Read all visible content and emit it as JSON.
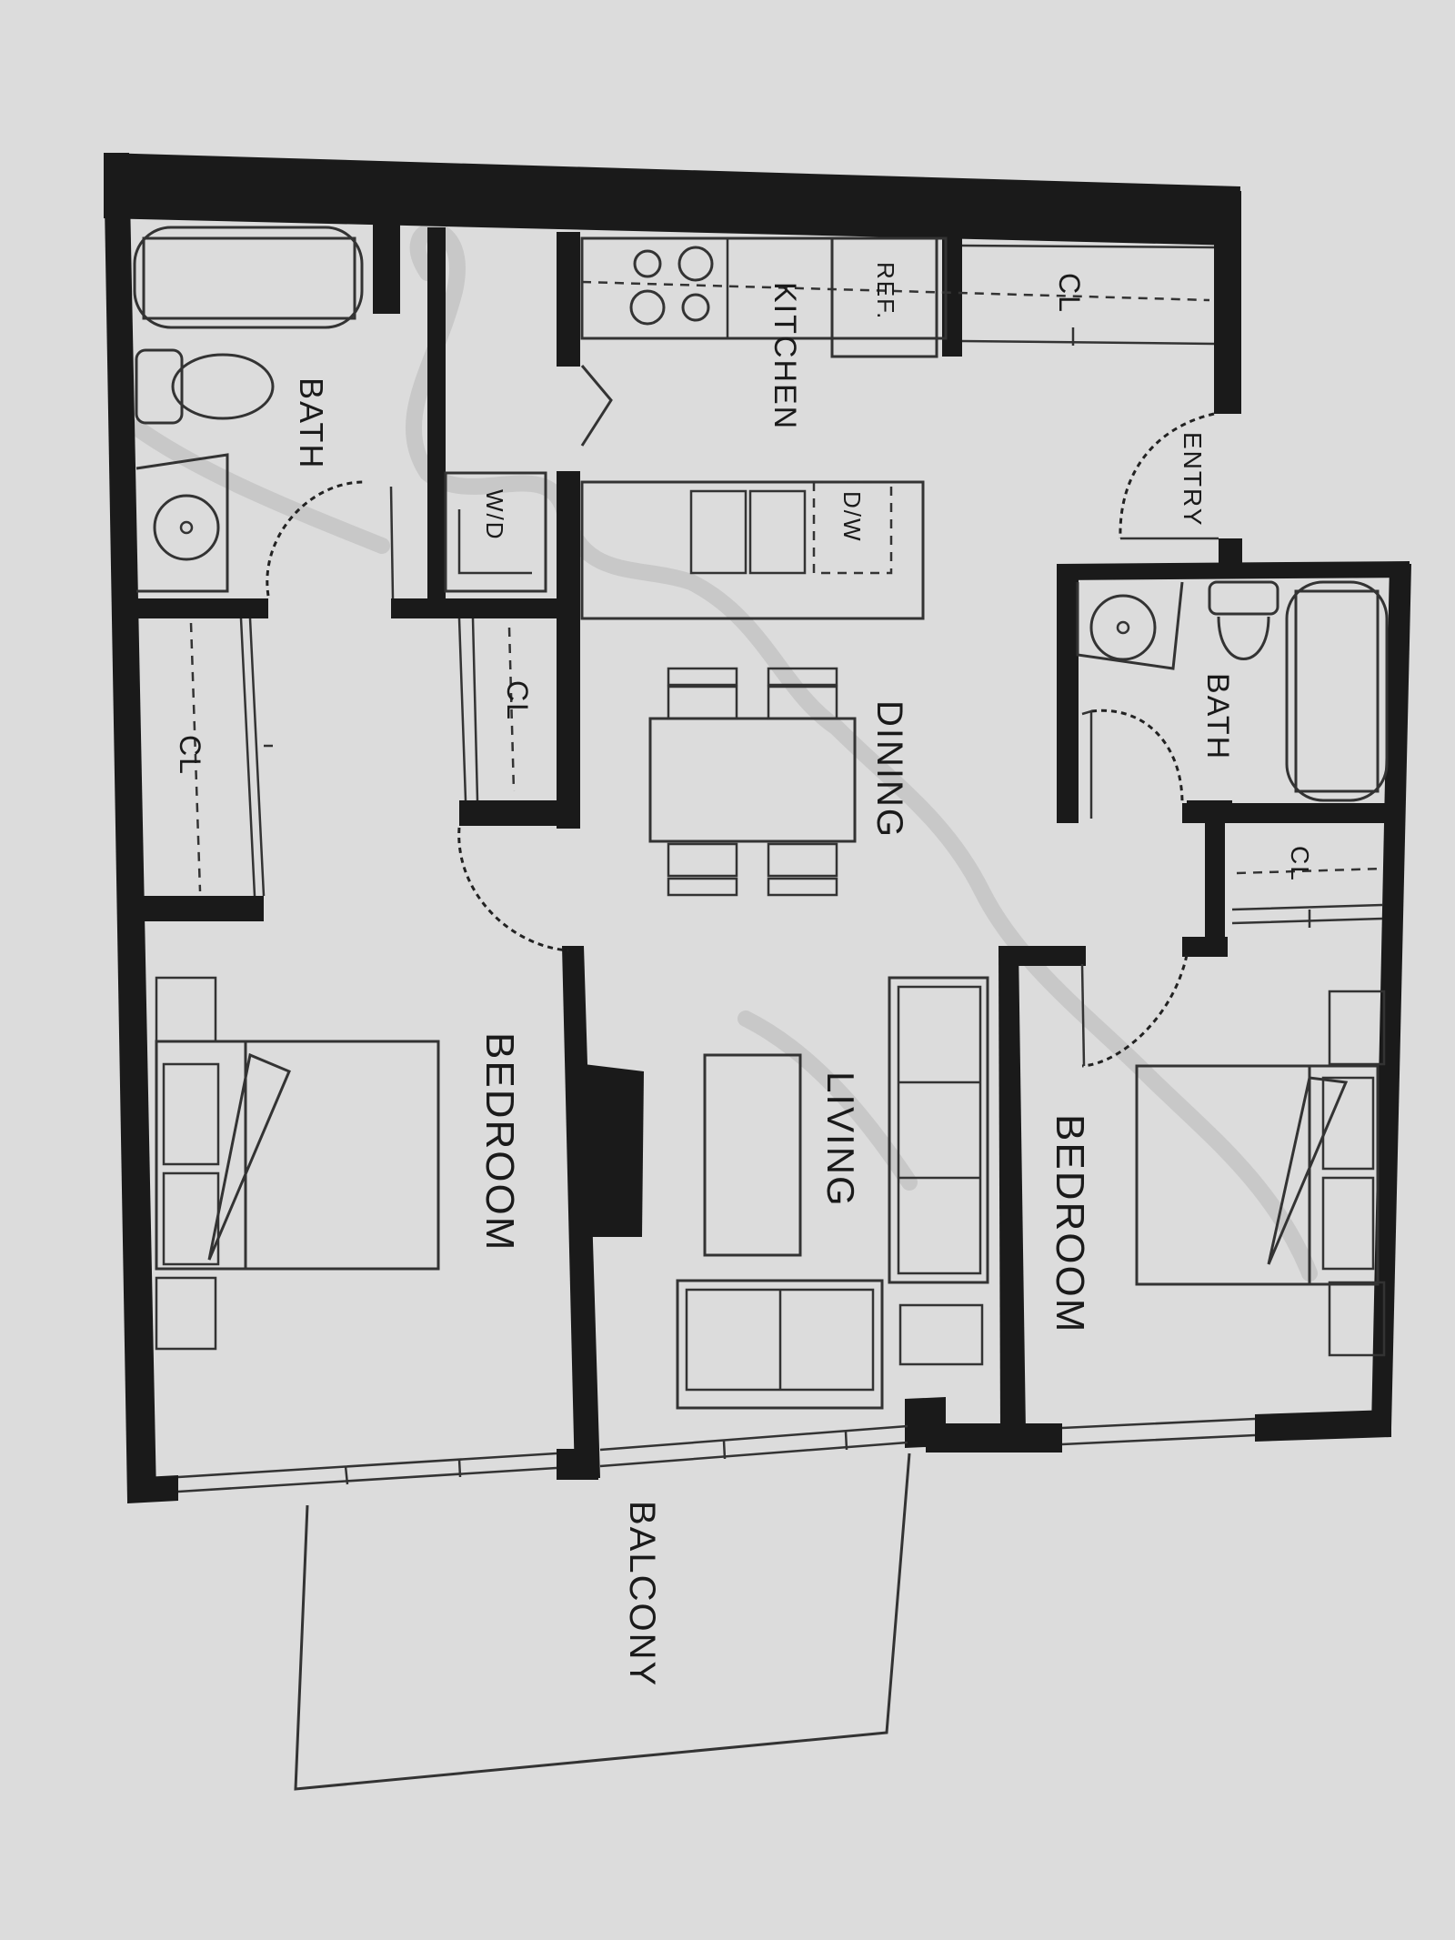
{
  "labels": {
    "kitchen": "KITCHEN",
    "ref": "REF.",
    "cl_entry": "CL",
    "entry": "ENTRY",
    "bath_left": "BATH",
    "wd": "W/D",
    "dw": "D/W",
    "cl_hall_left": "CL",
    "cl_hall_mid": "CL",
    "dining": "DINING",
    "bath_right": "BATH",
    "cl_bedroom_right": "CL",
    "bedroom_left": "BEDROOM",
    "living": "LIVING",
    "bedroom_right": "BEDROOM",
    "balcony": "BALCONY"
  },
  "colors": {
    "background": "#dcdcdc",
    "wall": "#1a1a1a",
    "line": "#333333",
    "watermark": "#b8b8b8"
  }
}
